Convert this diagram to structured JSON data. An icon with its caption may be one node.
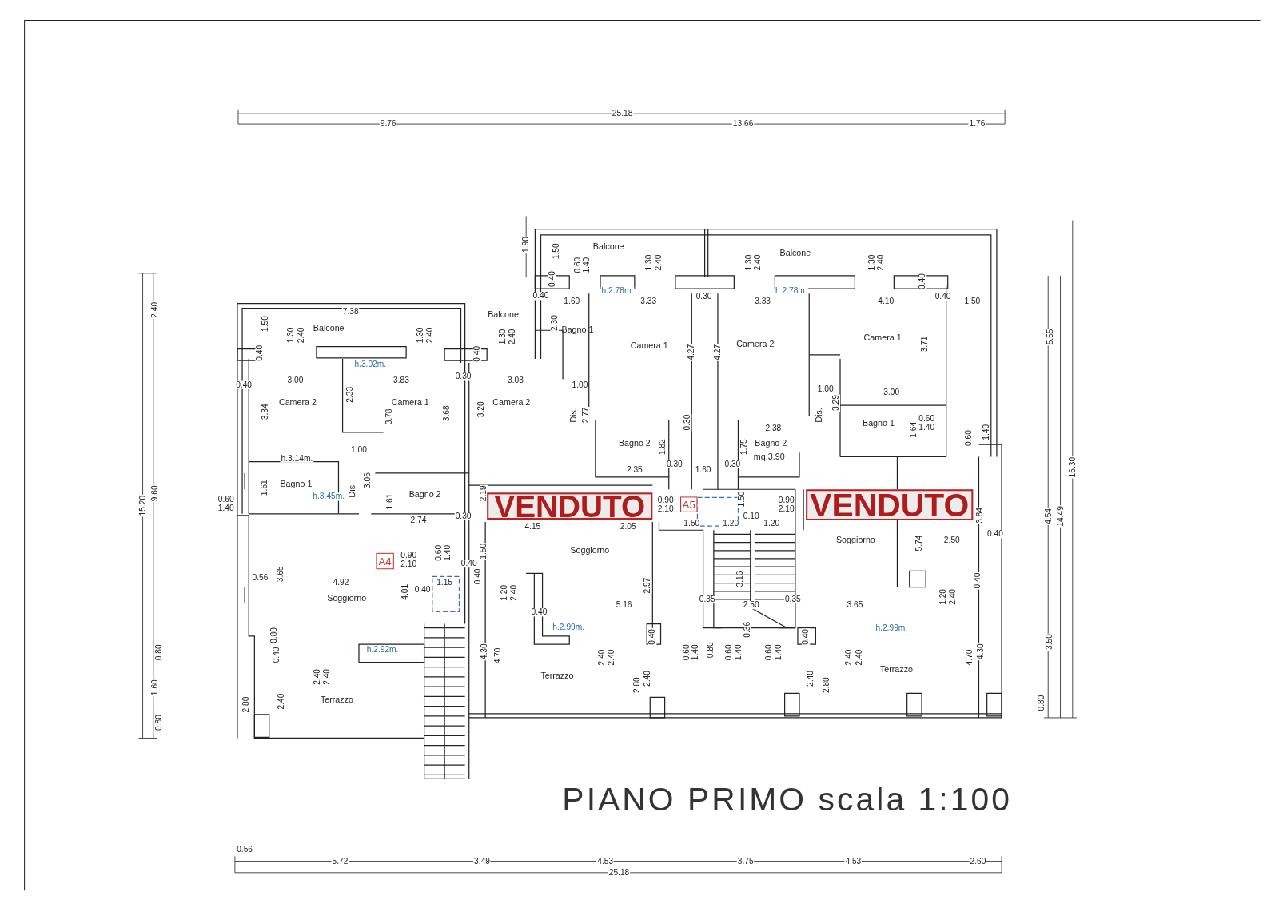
{
  "diagram": {
    "title": "PIANO PRIMO scala 1:100",
    "nodes": [
      {
        "text": [
          "VENDUTO"
        ]
      },
      {
        "text": [
          "A5"
        ]
      },
      {
        "text": [
          "VENDUTO"
        ]
      },
      {
        "text": [
          "A4"
        ]
      }
    ],
    "labels": [
      "25.18",
      "9.76",
      "13.66",
      "1.76",
      "2.40",
      "15.20",
      "9.60",
      "0.80",
      "1.60",
      "0.80",
      "5.55",
      "16.30",
      "4.54",
      "14.49",
      "3.50",
      "0.80",
      "1.90",
      "Balcone",
      "1.50",
      "Balcone",
      "0.60",
      "1.40",
      "1.30",
      "2.40",
      "1.30",
      "2.40",
      "1.30",
      "2.40",
      "0.40",
      "0.40",
      "h.2.78m.",
      "h.2.78m.",
      "0.40",
      "0.30",
      "0.40",
      "1.60",
      "3.33",
      "3.33",
      "4.10",
      "1.50",
      "1.50",
      "1.30",
      "2.40",
      "Balcone",
      "7.38",
      "1.30",
      "2.40",
      "1.30",
      "Balcone",
      "2.40",
      "2.30",
      "Bagno 1",
      "Camera 1",
      "0.40",
      "0.40",
      "Camera 1",
      "4.27",
      "4.27",
      "Camera 2",
      "3.71",
      "h.3.02m.",
      "0.30",
      "3.00",
      "3.83",
      "3.03",
      "0.40",
      "1.00",
      "1.00",
      "3.00",
      "2.33",
      "3.34",
      "Camera 2",
      "3.78",
      "Camera 1",
      "3.68",
      "3.20",
      "Camera 2",
      "Dis.",
      "2.77",
      "0.30",
      "2.38",
      "Dis.",
      "3.29",
      "Bagno 1",
      "1.64",
      "0.60",
      "1.40",
      "0.60",
      "1.40",
      "1.00",
      "Bagno 2",
      "1.82",
      "1.75",
      "Bagno 2",
      "h.3.14m.",
      "mq.3.90",
      "0.30",
      "0.30",
      "2.35",
      "1.60",
      "0.60",
      "1.61",
      "Bagno 1",
      "h.3.45m.",
      "Dis.",
      "3.06",
      "1.61",
      "Bagno 2",
      "2.19",
      "0.90",
      "1.50",
      "0.90",
      "1.40",
      "2.10",
      "2.10",
      "2.74",
      "0.30",
      "4.15",
      "2.05",
      "1.50",
      "1.20",
      "0.10",
      "1.20",
      "3.84",
      "0.40",
      "Soggiorno",
      "5.74",
      "2.50",
      "0.90",
      "0.60",
      "1.40",
      "1.50",
      "Soggiorno",
      "2.10",
      "0.40",
      "0.56",
      "3.65",
      "4.92",
      "Soggiorno",
      "4.01",
      "0.40",
      "1.15",
      "0.40",
      "1.20",
      "2.40",
      "2.97",
      "0.35",
      "3.16",
      "0.35",
      "1.20",
      "2.40",
      "0.40",
      "5.16",
      "2.50",
      "3.65",
      "0.40",
      "h.2.99m.",
      "0.36",
      "h.2.99m.",
      "0.80",
      "0.40",
      "0.40",
      "0.40",
      "h.2.92m.",
      "4.30",
      "4.70",
      "2.40",
      "2.40",
      "0.60",
      "1.40",
      "0.80",
      "0.60",
      "1.40",
      "0.60",
      "1.40",
      "2.40",
      "2.40",
      "4.70",
      "4.30",
      "Terrazzo",
      "2.40",
      "2.40",
      "Terrazzo",
      "2.40",
      "2.40",
      "2.80",
      "2.80",
      "2.80",
      "2.40",
      "Terrazzo",
      "0.56",
      "5.72",
      "3.49",
      "4.53",
      "3.75",
      "4.53",
      "2.60",
      "25.18"
    ]
  }
}
